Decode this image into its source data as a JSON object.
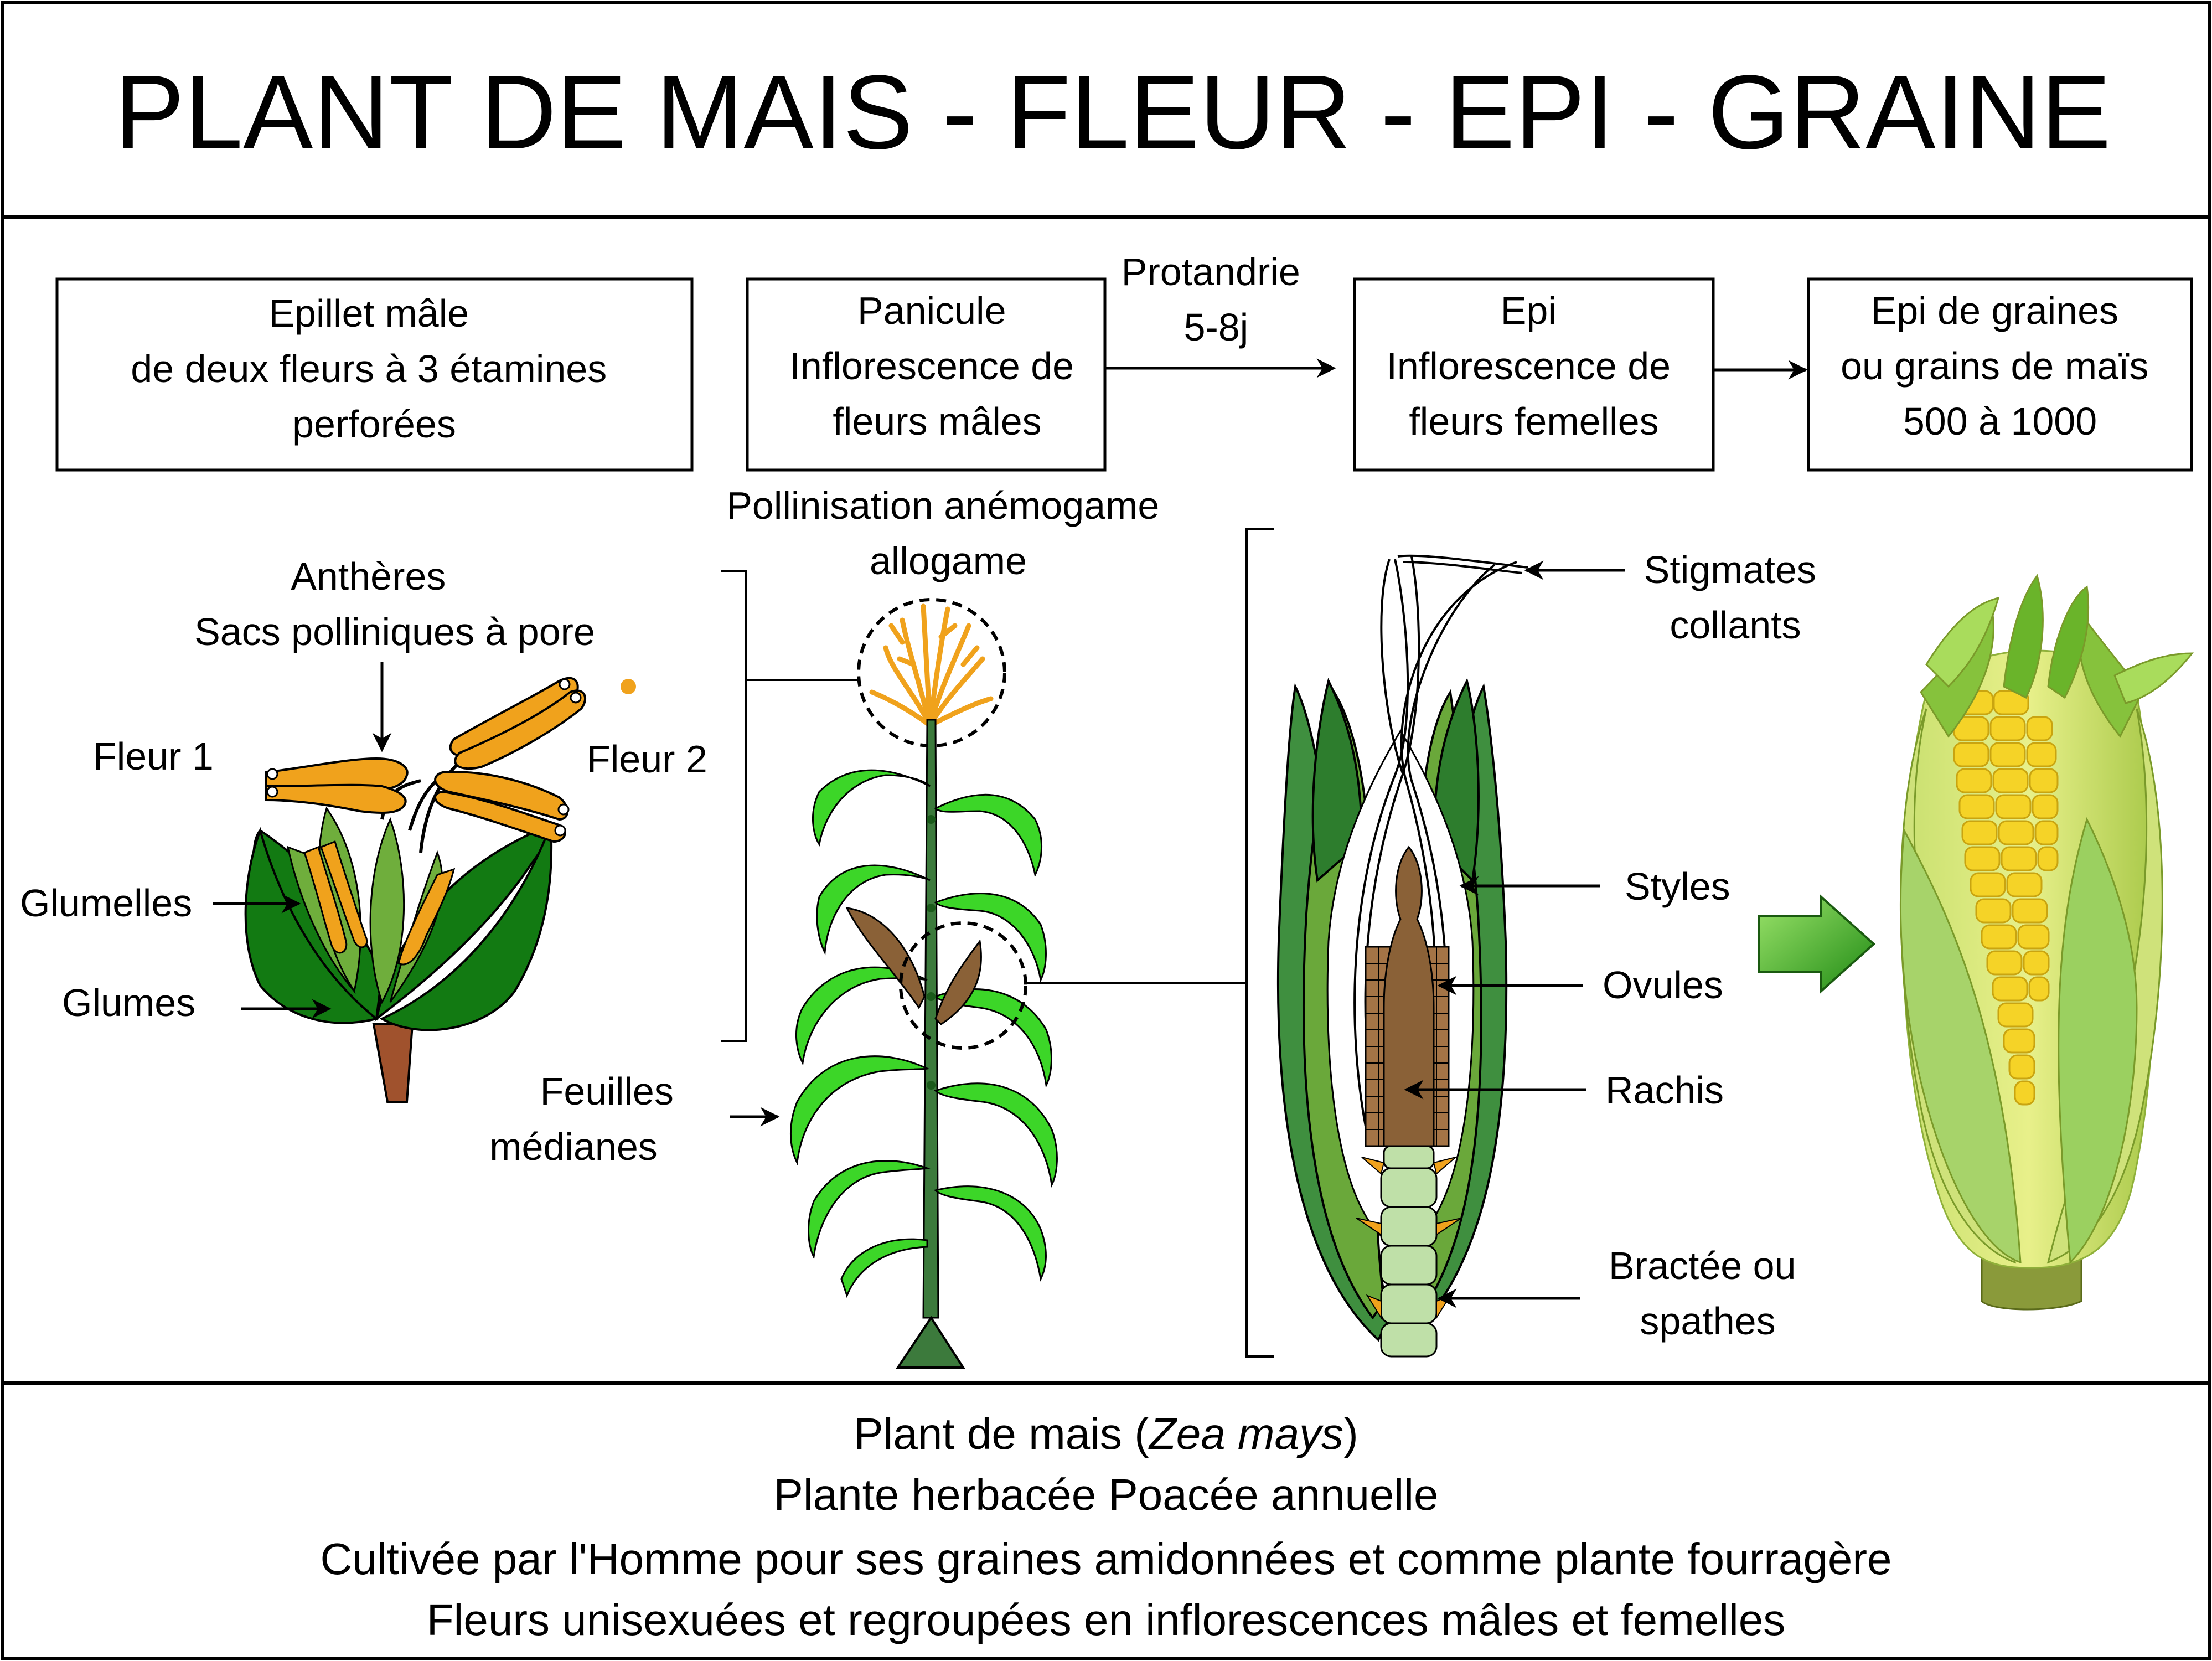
{
  "title": "PLANT DE MAIS - FLEUR - EPI - GRAINE",
  "boxes": {
    "epillet": [
      "Epillet mâle",
      "de deux fleurs à 3 étamines",
      "perforées"
    ],
    "panicule": [
      "Panicule",
      "Inflorescence de",
      "fleurs mâles"
    ],
    "epi": [
      "Epi",
      "Inflorescence de",
      "fleurs femelles"
    ],
    "epi_graines": [
      "Epi de graines",
      "ou grains de maïs",
      "500 à 1000"
    ]
  },
  "arrow_label": [
    "Protandrie",
    "5-8j"
  ],
  "flower_labels": {
    "antheres": [
      "Anthères",
      "Sacs polliniques à pore"
    ],
    "fleur1": "Fleur 1",
    "fleur2": "Fleur 2",
    "glumelles": "Glumelles",
    "glumes": "Glumes"
  },
  "plant_labels": {
    "pollinisation": [
      "Pollinisation anémogame",
      "allogame"
    ],
    "feuilles": [
      "Feuilles",
      "médianes"
    ]
  },
  "ear_labels": {
    "stigmates": [
      "Stigmates",
      "collants"
    ],
    "styles": "Styles",
    "ovules": "Ovules",
    "rachis": "Rachis",
    "bractee": [
      "Bractée ou",
      "spathes"
    ]
  },
  "footer": {
    "line1_before": "Plant de mais (",
    "line1_italic": "Zea mays",
    "line1_after": ")",
    "line2": "Plante herbacée Poacée annuelle",
    "line3": "Cultivée par l'Homme pour ses graines amidonnées et comme plante fourragère",
    "line4": "Fleurs unisexuées et regroupées en inflorescences mâles et femelles"
  },
  "colors": {
    "anther_orange": "#f0a21c",
    "glume_dark_green": "#127a12",
    "glume_light_green": "#6fae3c",
    "leaf_bright_green": "#3cd628",
    "stem_green": "#3c7a3c",
    "rachis_brown": "#8a6137",
    "corn_yellow": "#f5d327",
    "husk_green": "#b8db5a",
    "arrow_green": "#3cb02a"
  },
  "icons": [
    "right-arrow-icon",
    "green-arrow-icon"
  ]
}
